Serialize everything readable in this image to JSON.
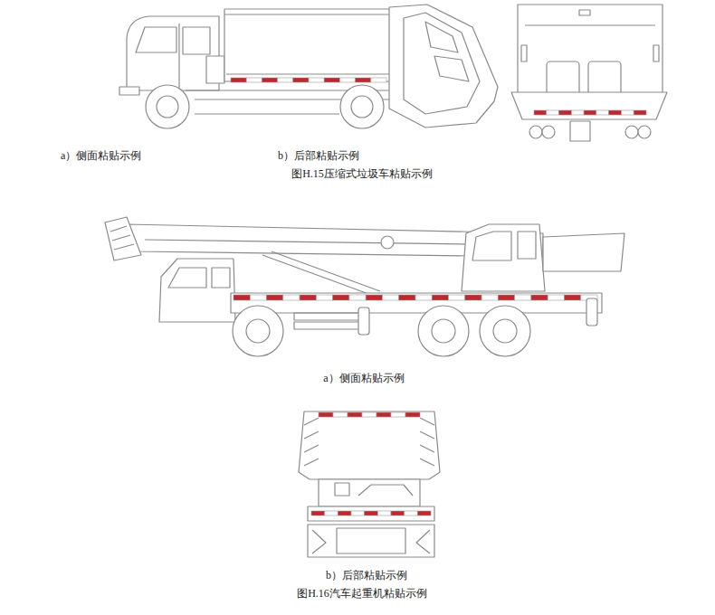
{
  "diagram": {
    "labels": [
      "a）侧面粘贴示例",
      "b）后部粘贴示例",
      "图H.15压缩式垃圾车粘贴示例",
      "a）侧面粘贴示例",
      "b）后部粘贴示例",
      "图H.16汽车起重机粘贴示例"
    ]
  }
}
